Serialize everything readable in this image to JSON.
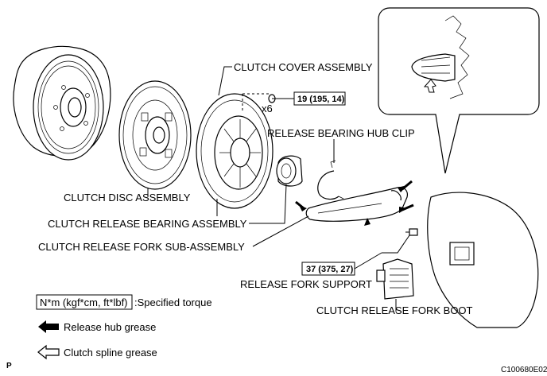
{
  "labels": {
    "clutch_cover_assembly": "CLUTCH COVER ASSEMBLY",
    "release_bearing_hub_clip": "RELEASE BEARING HUB CLIP",
    "clutch_disc_assembly": "CLUTCH DISC ASSEMBLY",
    "clutch_release_bearing_assembly": "CLUTCH RELEASE BEARING ASSEMBLY",
    "clutch_release_fork_sub_assembly": "CLUTCH RELEASE FORK SUB-ASSEMBLY",
    "release_fork_support": "RELEASE FORK SUPPORT",
    "clutch_release_fork_boot": "CLUTCH RELEASE FORK BOOT"
  },
  "torques": {
    "cover_bolt": "19 (195, 14)",
    "cover_bolt_qty": "x6",
    "fork_support": "37 (375, 27)"
  },
  "legend": {
    "torque_unit_box": "N*m (kgf*cm, ft*lbf)",
    "torque_unit_desc": ":Specified torque",
    "hub_grease": "Release hub grease",
    "spline_grease": "Clutch spline grease"
  },
  "footer": {
    "corner_mark": "P",
    "figure_code": "C100680E02"
  }
}
